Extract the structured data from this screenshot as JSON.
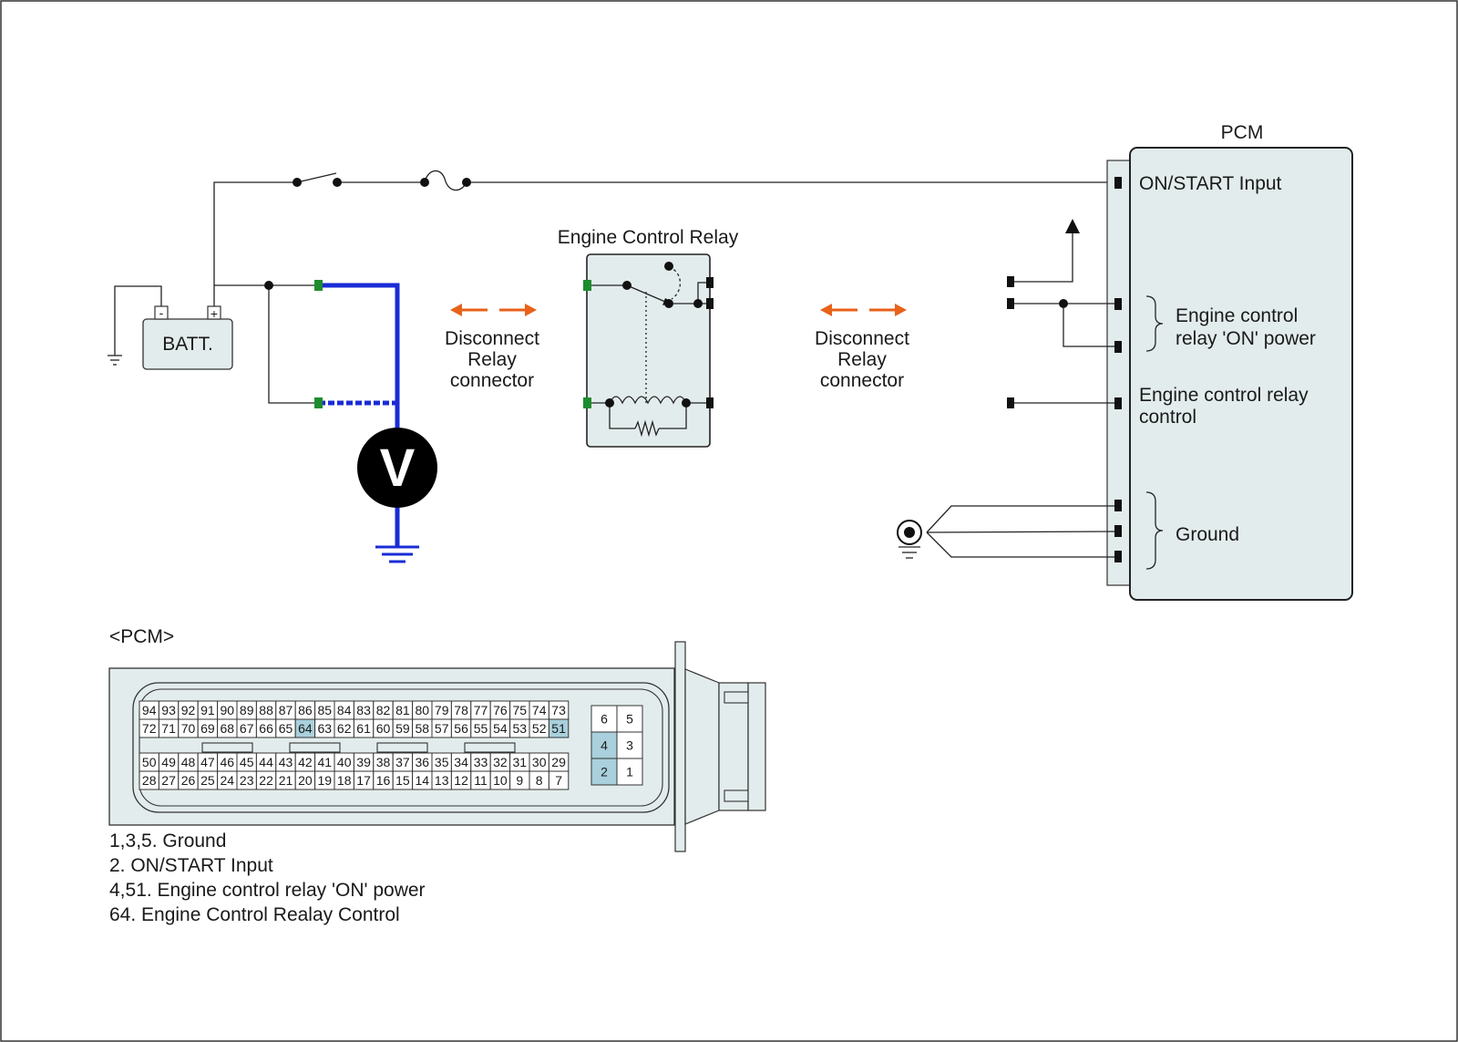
{
  "pcm_title": "PCM",
  "pcm_inputs": {
    "on_start": "ON/START Input",
    "relay_on_power_1": "Engine control",
    "relay_on_power_2": "relay 'ON' power",
    "relay_control_1": "Engine control relay",
    "relay_control_2": "control",
    "ground": "Ground"
  },
  "battery_label": "BATT.",
  "battery_neg": "-",
  "battery_pos": "+",
  "relay_title": "Engine Control Relay",
  "disconnect_left": {
    "l1": "Disconnect",
    "l2": "Relay",
    "l3": "connector"
  },
  "disconnect_right": {
    "l1": "Disconnect",
    "l2": "Relay",
    "l3": "connector"
  },
  "voltmeter_symbol": "V",
  "connector_title": "<PCM>",
  "connector_rows": [
    [
      "94",
      "93",
      "92",
      "91",
      "90",
      "89",
      "88",
      "87",
      "86",
      "85",
      "84",
      "83",
      "82",
      "81",
      "80",
      "79",
      "78",
      "77",
      "76",
      "75",
      "74",
      "73"
    ],
    [
      "72",
      "71",
      "70",
      "69",
      "68",
      "67",
      "66",
      "65",
      "64",
      "63",
      "62",
      "61",
      "60",
      "59",
      "58",
      "57",
      "56",
      "55",
      "54",
      "53",
      "52",
      "51"
    ],
    [
      "50",
      "49",
      "48",
      "47",
      "46",
      "45",
      "44",
      "43",
      "42",
      "41",
      "40",
      "39",
      "38",
      "37",
      "36",
      "35",
      "34",
      "33",
      "32",
      "31",
      "30",
      "29"
    ],
    [
      "28",
      "27",
      "26",
      "25",
      "24",
      "23",
      "22",
      "21",
      "20",
      "19",
      "18",
      "17",
      "16",
      "15",
      "14",
      "13",
      "12",
      "11",
      "10",
      "9",
      "8",
      "7"
    ]
  ],
  "connector_small": [
    [
      "6",
      "5"
    ],
    [
      "4",
      "3"
    ],
    [
      "2",
      "1"
    ]
  ],
  "highlighted_pins": [
    "64",
    "51",
    "4",
    "2"
  ],
  "legend": [
    "1,3,5. Ground",
    "2. ON/START Input",
    "4,51. Engine control relay 'ON' power",
    "64. Engine Control Realay Control"
  ],
  "colors": {
    "probe_wire": "#1a2cd6",
    "arrow": "#e8621a",
    "box_fill": "#e3ecec",
    "highlight": "#a9d0dc",
    "connector_terminal": "#1e8c2e"
  }
}
